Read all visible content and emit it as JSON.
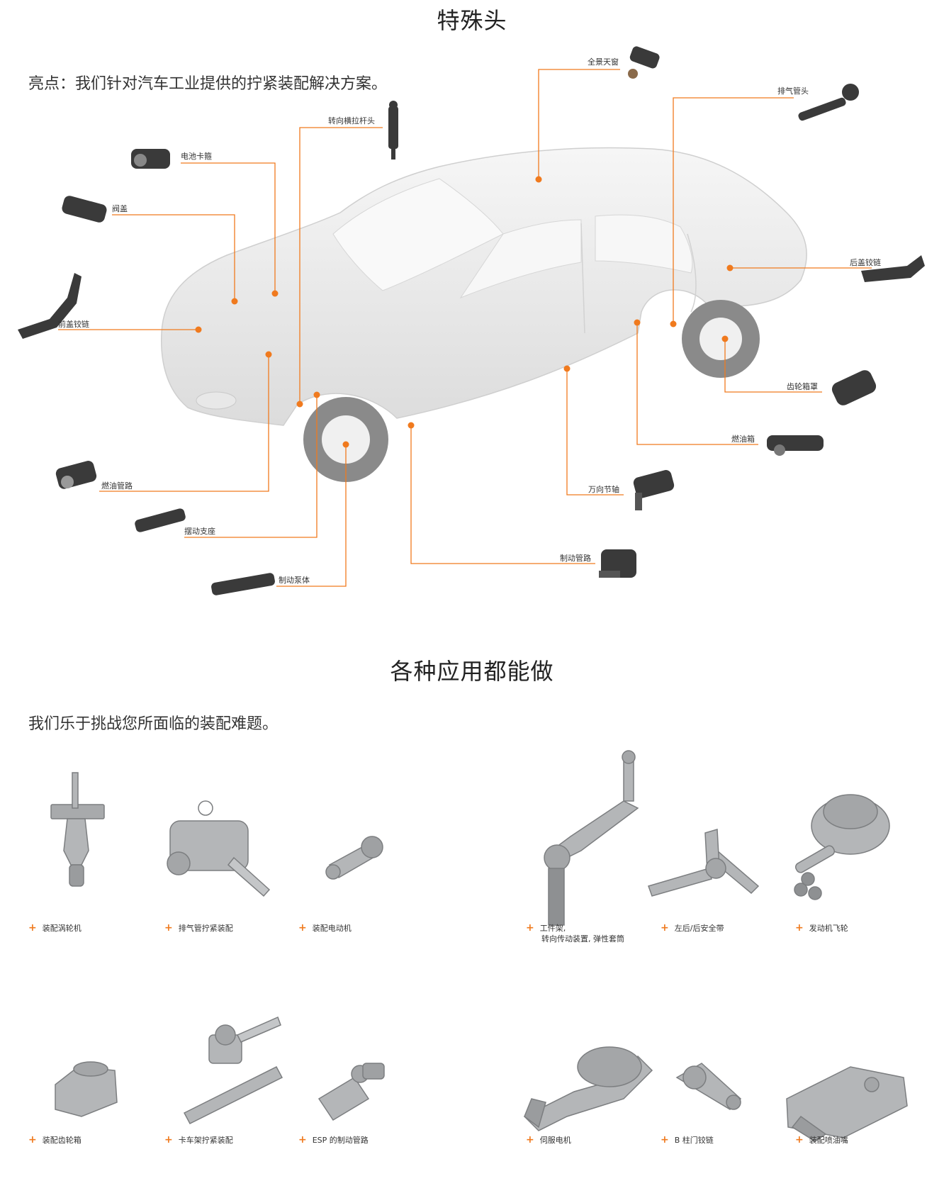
{
  "section1": {
    "title": "特殊头",
    "intro": "亮点：我们针对汽车工业提供的拧紧装配解决方案。",
    "labels": {
      "panorama": "全景天窗",
      "exhaust_head": "排气管头",
      "tie_rod": "转向横拉杆头",
      "battery_clamp": "电池卡箍",
      "valve_cover": "阀盖",
      "hood_hinge": "前盖铰链",
      "trunk_hinge": "后盖铰链",
      "gearbox_cover": "齿轮箱罩",
      "fuel_tank": "燃油箱",
      "fuel_line": "燃油管路",
      "swing_mount": "摆动支座",
      "universal_joint": "万向节轴",
      "brake_pump": "制动泵体",
      "brake_line": "制动管路"
    }
  },
  "section2": {
    "title": "各种应用都能做",
    "intro": "我们乐于挑战您所面临的装配难题。",
    "items": [
      {
        "label": "装配涡轮机"
      },
      {
        "label": "排气管拧紧装配"
      },
      {
        "label": "装配电动机"
      },
      {
        "label": "工件架,",
        "label2": "转向传动装置, 弹性套筒"
      },
      {
        "label": "左后/后安全带"
      },
      {
        "label": "发动机飞轮"
      },
      {
        "label": "装配齿轮箱"
      },
      {
        "label": "卡车架拧紧装配"
      },
      {
        "label": "ESP 的制动管路"
      },
      {
        "label": "伺服电机"
      },
      {
        "label": "B 柱门铰链"
      },
      {
        "label": "装配喷油嘴"
      }
    ]
  },
  "colors": {
    "accent": "#f07a1e",
    "car": "#ececec",
    "tire": "#8a8a8a",
    "part": "#3a3a3a",
    "tool": "#b4b6b8"
  }
}
